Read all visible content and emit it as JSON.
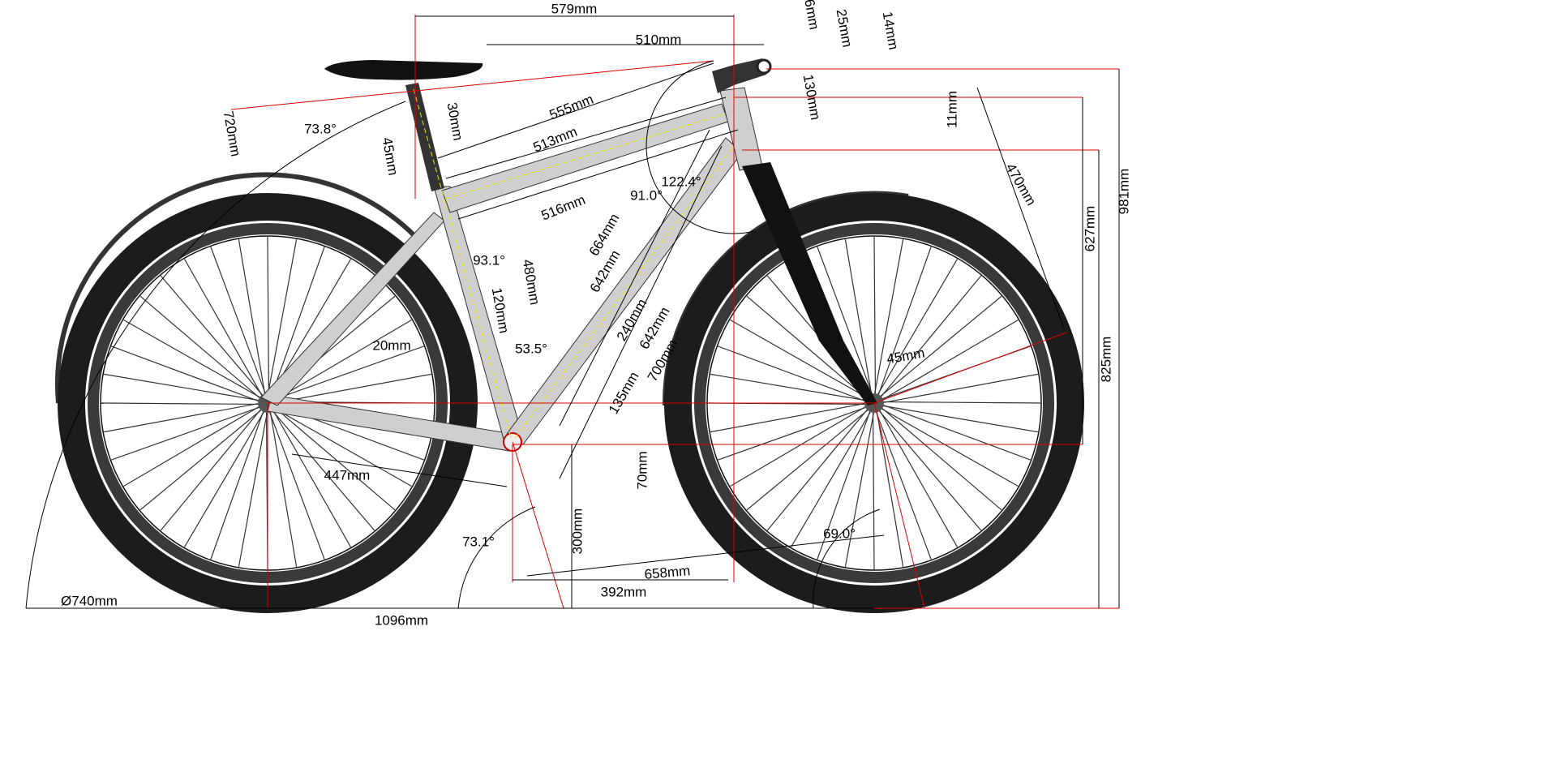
{
  "title": "Bicycle frame geometry",
  "colors": {
    "dimension_line": "#000000",
    "reference_line": "#e00000",
    "centerline": "#e8e800",
    "tube_fill": "#cfcfcf",
    "tire": "#1c1c1c"
  },
  "labels": [
    "579mm",
    "510mm",
    "6mm",
    "25mm",
    "14mm",
    "130mm",
    "11mm",
    "470mm",
    "627mm",
    "825mm",
    "981mm",
    "720mm",
    "73.8°",
    "555mm",
    "513mm",
    "30mm",
    "45mm",
    "516mm",
    "91.0°",
    "122.4°",
    "93.1°",
    "480mm",
    "664mm",
    "642mm",
    "120mm",
    "240mm",
    "642mm",
    "20mm",
    "53.5°",
    "45mm",
    "700mm",
    "135mm",
    "447mm",
    "70mm",
    "300mm",
    "73.1°",
    "69.0°",
    "658mm",
    "392mm",
    "Ø740mm",
    "1096mm"
  ]
}
